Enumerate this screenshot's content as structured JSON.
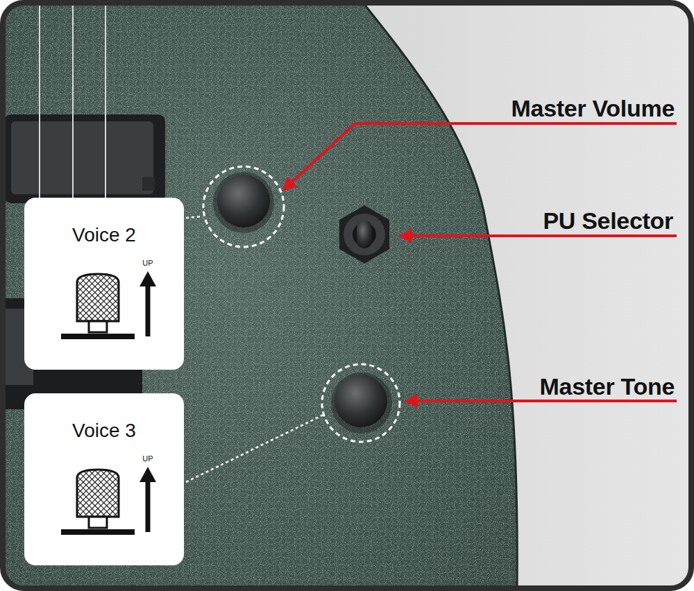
{
  "diagram": {
    "nodes": [
      {
        "text": [
          "Voice 2",
          "UP"
        ]
      },
      {
        "text": [
          "Voice 3",
          "UP"
        ]
      }
    ],
    "labels": [
      "Master Volume",
      "PU Selector",
      "Master Tone"
    ]
  }
}
